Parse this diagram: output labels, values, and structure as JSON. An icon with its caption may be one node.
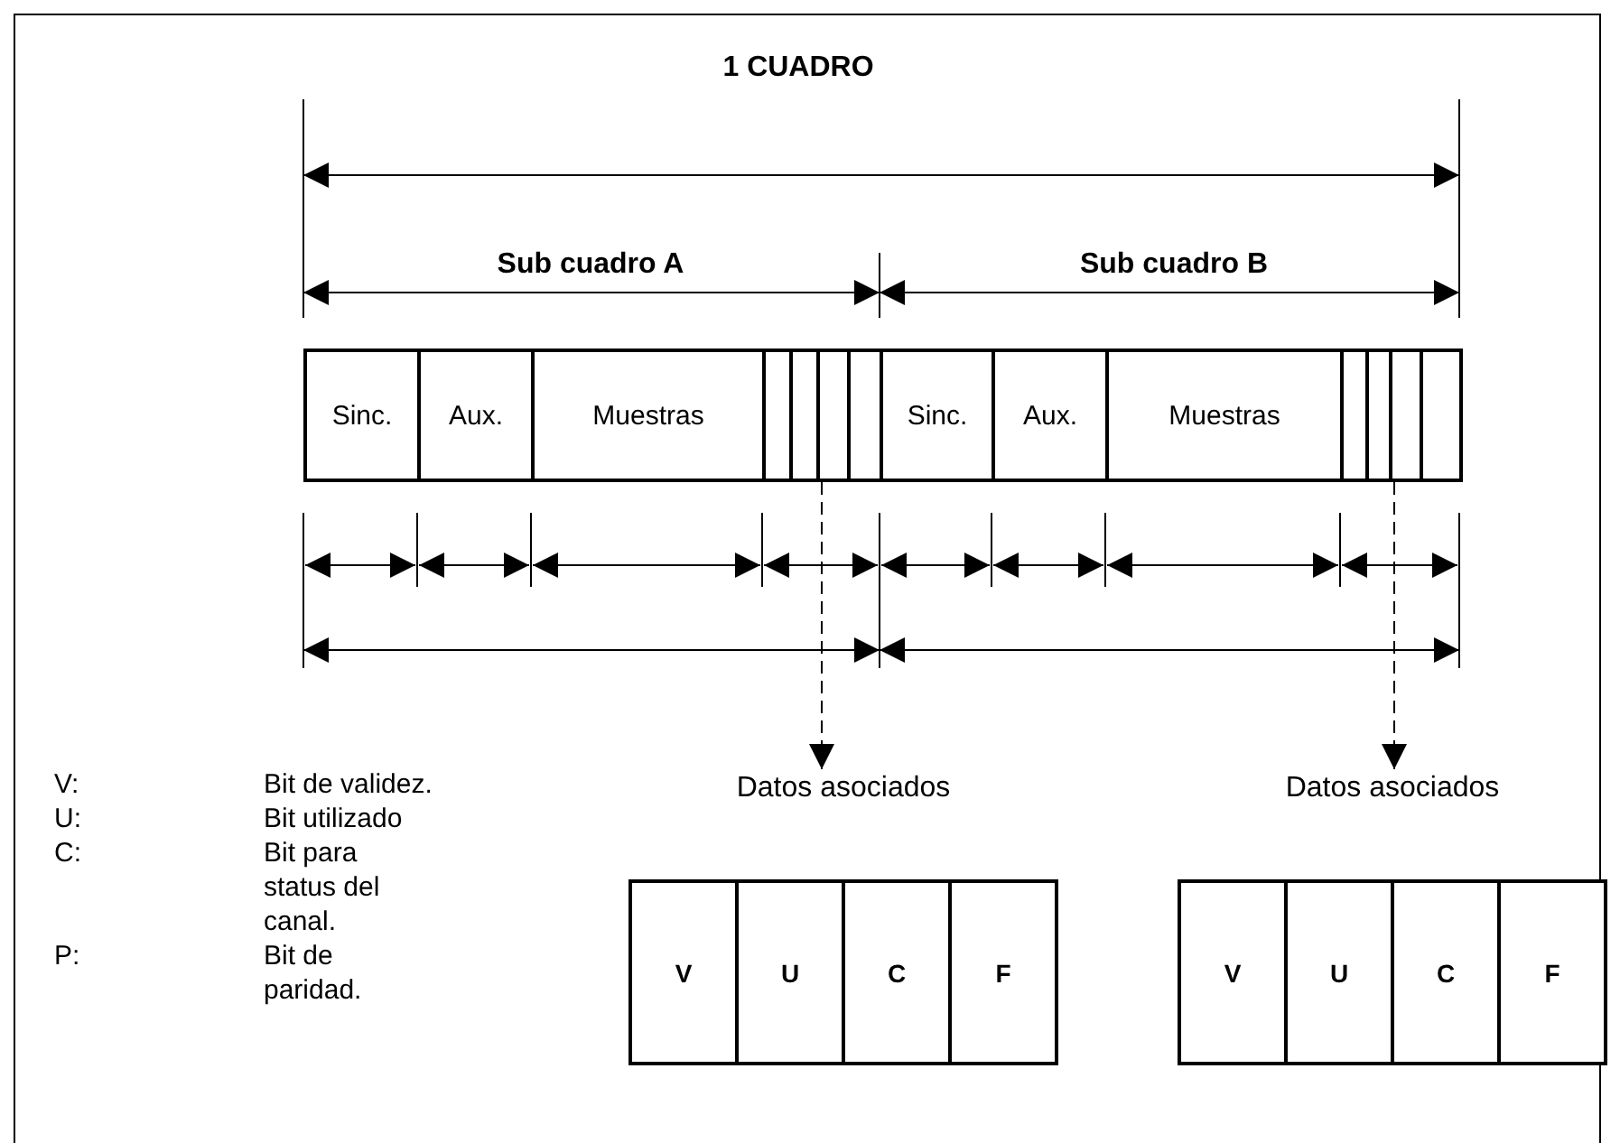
{
  "diagram": {
    "nodes": [
      {
        "text": [
          "Sinc."
        ]
      },
      {
        "text": [
          "Aux."
        ]
      },
      {
        "text": [
          "Muestras"
        ]
      },
      {
        "text": [],
        "shape": "bar"
      },
      {
        "text": [],
        "shape": "bar"
      },
      {
        "text": [],
        "shape": "bar"
      },
      {
        "text": [],
        "shape": "bar"
      },
      {
        "text": [
          "Sinc."
        ]
      },
      {
        "text": [
          "Aux."
        ]
      },
      {
        "text": [
          "Muestras"
        ]
      },
      {
        "text": [],
        "shape": "bar"
      },
      {
        "text": [],
        "shape": "bar"
      },
      {
        "text": [],
        "shape": "bar"
      },
      {
        "text": [],
        "shape": "bar"
      },
      {
        "text": [
          "Datos asociados"
        ]
      },
      {
        "text": [
          "V"
        ],
        "in": 14
      },
      {
        "text": [
          "U"
        ],
        "in": 14
      },
      {
        "text": [
          "C"
        ],
        "in": 14
      },
      {
        "text": [
          "F"
        ],
        "in": 14
      },
      {
        "text": [
          "Datos asociados"
        ]
      },
      {
        "text": [
          "V"
        ],
        "in": 19
      },
      {
        "text": [
          "U"
        ],
        "in": 19
      },
      {
        "text": [
          "C"
        ],
        "in": 19
      },
      {
        "text": [
          "F"
        ],
        "in": 19
      }
    ],
    "edges": [
      {
        "from": 5,
        "to": 14,
        "arrow": "to",
        "style": "dashed"
      },
      {
        "from": 12,
        "to": 19,
        "arrow": "to",
        "style": "dashed"
      }
    ],
    "labels": [
      "1 CUADRO",
      "Sub cuadro A",
      "Sub cuadro B",
      "V:",
      "Bit de validez.",
      "U:",
      "Bit utilizado",
      "C:",
      "Bit para status del canal.",
      "P:",
      "Bit de paridad."
    ]
  }
}
